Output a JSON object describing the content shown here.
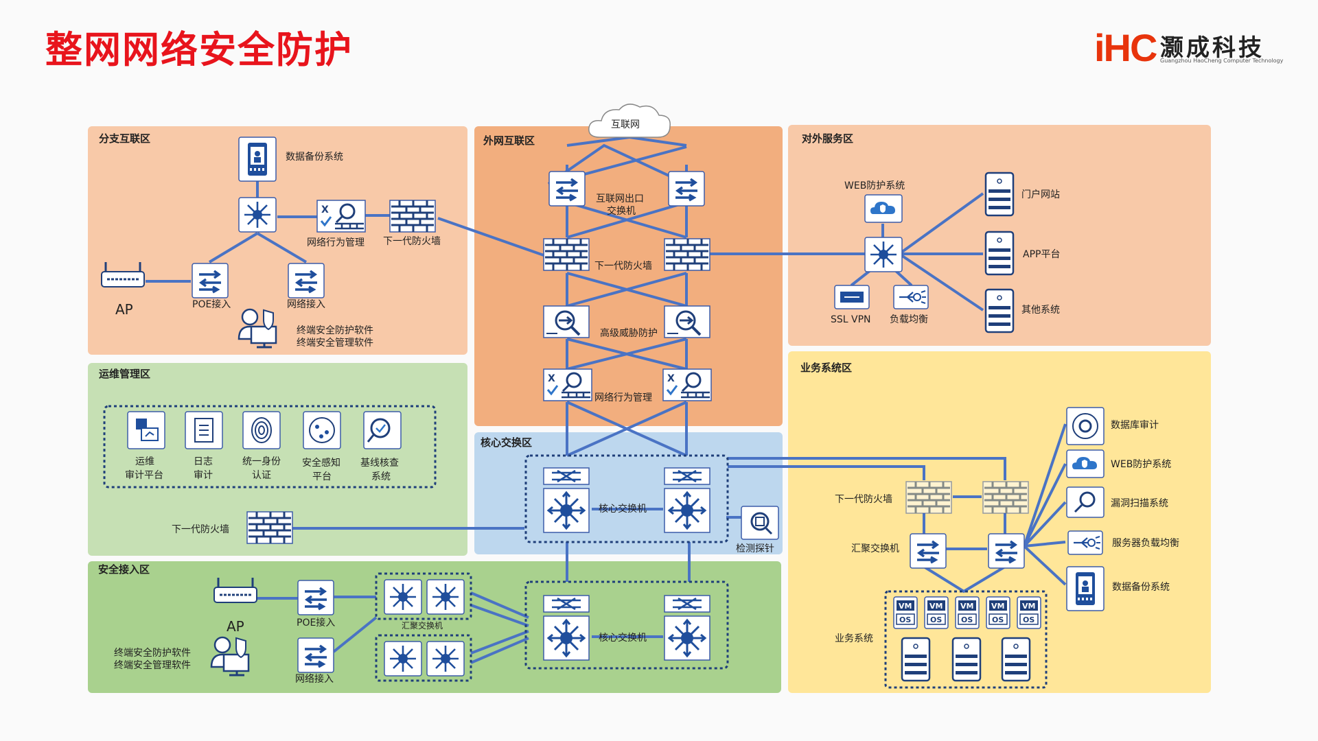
{
  "title": "整网网络安全防护",
  "logo": {
    "mark": "iHC",
    "cn": "灏成科技",
    "en": "Guangzhou HaoCheng Computer Technology"
  },
  "zones": {
    "branch": "分支互联区",
    "wan": "外网互联区",
    "external": "对外服务区",
    "ops": "运维管理区",
    "core": "核心交换区",
    "business": "业务系统区",
    "secure": "安全接入区"
  },
  "labels": {
    "internet": "互联网",
    "backup": "数据备份系统",
    "behavior": "网络行为管理",
    "ngfw": "下一代防火墙",
    "ap": "AP",
    "poe": "POE接入",
    "net_access": "网络接入",
    "endpoint1": "终端安全防护软件",
    "endpoint2": "终端安全管理软件",
    "exit_sw1": "互联网出口",
    "exit_sw2": "交换机",
    "apt": "高级威胁防护",
    "core_sw": "核心交换机",
    "probe": "检测探针",
    "web_prot": "WEB防护系统",
    "portal": "门户网站",
    "app": "APP平台",
    "other": "其他系统",
    "ssl": "SSL VPN",
    "lb": "负载均衡",
    "ops_audit1": "运维",
    "ops_audit2": "审计平台",
    "log1": "日志",
    "log2": "审计",
    "id1": "统一身份",
    "id2": "认证",
    "sense1": "安全感知",
    "sense2": "平台",
    "base1": "基线核查",
    "base2": "系统",
    "agg_sw": "汇聚交换机",
    "db_audit": "数据库审计",
    "vuln": "漏洞扫描系统",
    "srv_lb": "服务器负载均衡",
    "biz_sys": "业务系统",
    "vm": "VM",
    "os": "OS"
  },
  "colors": {
    "title": "#e8141c",
    "line": "#4a73c4",
    "branch": "#f8c9a8",
    "wan": "#f2ae7e",
    "external": "#f8c9a8",
    "ops": "#c6e0b4",
    "core": "#bdd7ee",
    "business": "#ffe699",
    "secure": "#a9d18e"
  }
}
